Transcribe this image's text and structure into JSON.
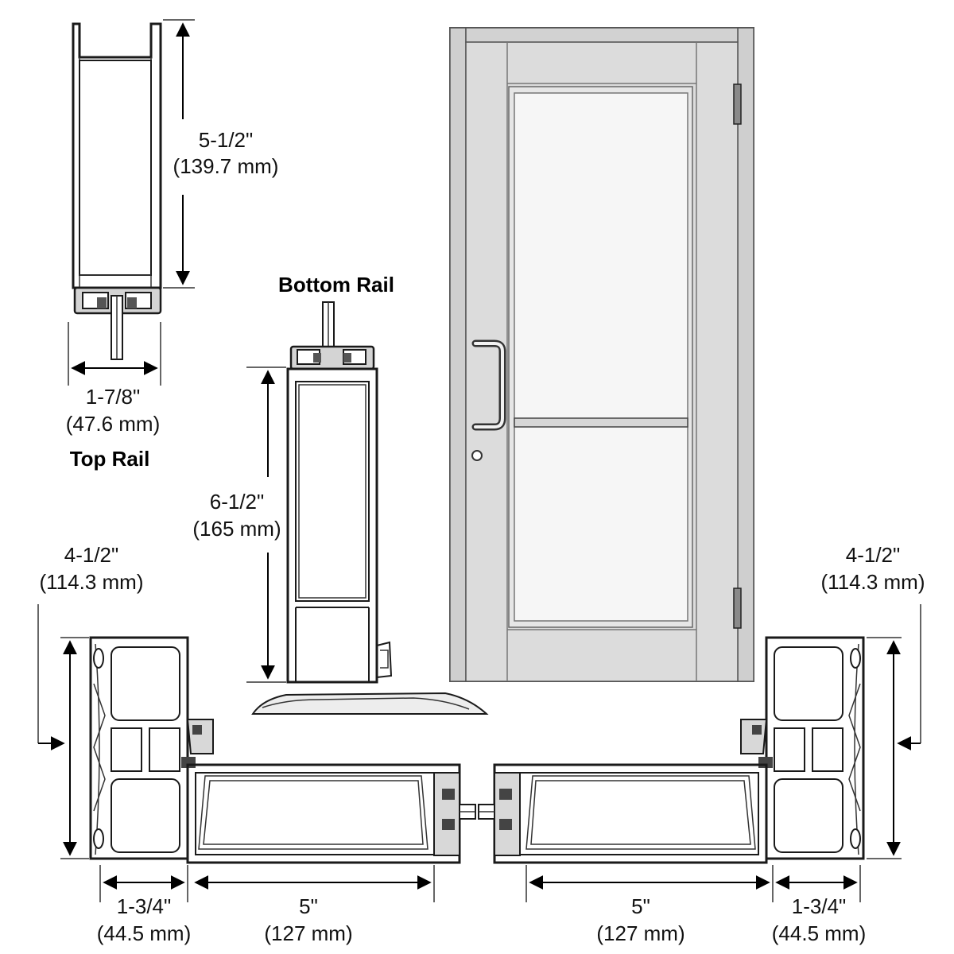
{
  "labels": {
    "top_rail_title": "Top Rail",
    "top_rail_height": "5-1/2\"",
    "top_rail_height_mm": "(139.7 mm)",
    "top_rail_width": "1-7/8\"",
    "top_rail_width_mm": "(47.6 mm)",
    "bottom_rail_title": "Bottom Rail",
    "bottom_rail_height": "6-1/2\"",
    "bottom_rail_height_mm": "(165 mm)",
    "left_stile_height": "4-1/2\"",
    "left_stile_height_mm": "(114.3 mm)",
    "right_stile_height": "4-1/2\"",
    "right_stile_height_mm": "(114.3 mm)",
    "left_jamb_width": "1-3/4\"",
    "left_jamb_width_mm": "(44.5 mm)",
    "left_stile_width": "5\"",
    "left_stile_width_mm": "(127 mm)",
    "right_stile_width": "5\"",
    "right_stile_width_mm": "(127 mm)",
    "right_jamb_width": "1-3/4\"",
    "right_jamb_width_mm": "(44.5 mm)"
  },
  "colors": {
    "line": "#1a1a1a",
    "door_frame": "#d6d6d6",
    "door_glass": "#f4f4f4",
    "profile_fill": "#e2e2e2"
  }
}
